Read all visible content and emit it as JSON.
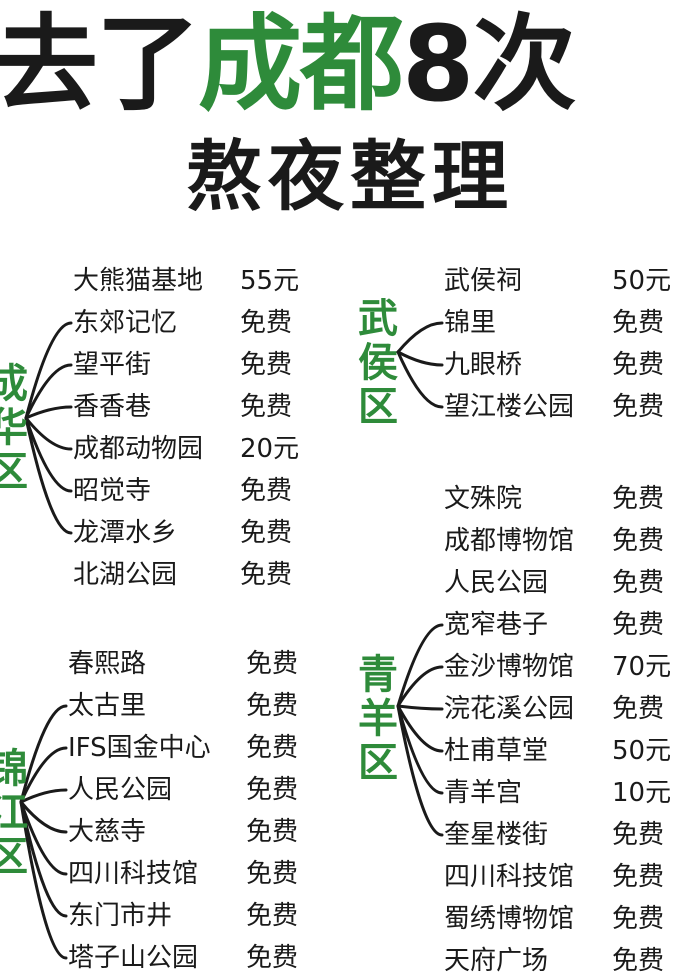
{
  "title": {
    "part1": "去了",
    "highlight": "成都",
    "part2": "8次",
    "subtitle": "熬夜整理"
  },
  "colors": {
    "accent": "#2e8b3a",
    "text": "#1a1a1a"
  },
  "districts": {
    "chenghua": {
      "name": "成华区",
      "items": [
        {
          "name": "大熊猫基地",
          "price": "55元"
        },
        {
          "name": "东郊记忆",
          "price": "免费"
        },
        {
          "name": "望平街",
          "price": "免费"
        },
        {
          "name": "香香巷",
          "price": "免费"
        },
        {
          "name": "成都动物园",
          "price": "20元"
        },
        {
          "name": "昭觉寺",
          "price": "免费"
        },
        {
          "name": "龙潭水乡",
          "price": "免费"
        },
        {
          "name": "北湖公园",
          "price": "免费"
        }
      ]
    },
    "jinjiang": {
      "name": "锦江区",
      "items": [
        {
          "name": "春熙路",
          "price": "免费"
        },
        {
          "name": "太古里",
          "price": "免费"
        },
        {
          "name": "IFS国金中心",
          "price": "免费"
        },
        {
          "name": "人民公园",
          "price": "免费"
        },
        {
          "name": "大慈寺",
          "price": "免费"
        },
        {
          "name": "四川科技馆",
          "price": "免费"
        },
        {
          "name": "东门市井",
          "price": "免费"
        },
        {
          "name": "塔子山公园",
          "price": "免费"
        }
      ]
    },
    "wuhou": {
      "name": "武侯区",
      "items": [
        {
          "name": "武侯祠",
          "price": "50元"
        },
        {
          "name": "锦里",
          "price": "免费"
        },
        {
          "name": "九眼桥",
          "price": "免费"
        },
        {
          "name": "望江楼公园",
          "price": "免费"
        }
      ]
    },
    "qingyang": {
      "name": "青羊区",
      "items": [
        {
          "name": "文殊院",
          "price": "免费"
        },
        {
          "name": "成都博物馆",
          "price": "免费"
        },
        {
          "name": "人民公园",
          "price": "免费"
        },
        {
          "name": "宽窄巷子",
          "price": "免费"
        },
        {
          "name": "金沙博物馆",
          "price": "70元"
        },
        {
          "name": "浣花溪公园",
          "price": "免费"
        },
        {
          "name": "杜甫草堂",
          "price": "50元"
        },
        {
          "name": "青羊宫",
          "price": "10元"
        },
        {
          "name": "奎星楼街",
          "price": "免费"
        },
        {
          "name": "四川科技馆",
          "price": "免费"
        },
        {
          "name": "蜀绣博物馆",
          "price": "免费"
        },
        {
          "name": "天府广场",
          "price": "免费"
        }
      ]
    }
  }
}
